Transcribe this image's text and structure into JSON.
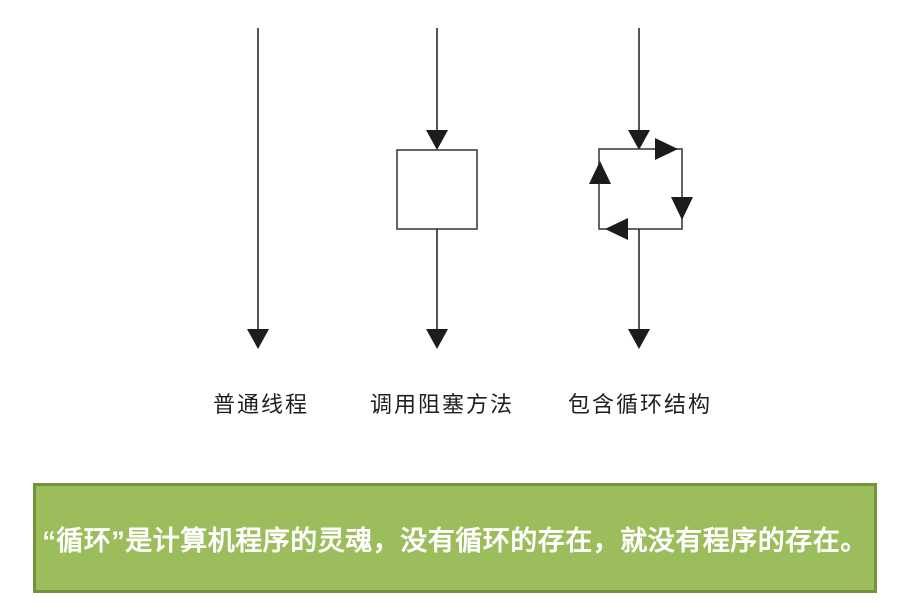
{
  "diagram": {
    "columns": [
      {
        "label": "普通线程"
      },
      {
        "label": "调用阻塞方法"
      },
      {
        "label": "包含循环结构"
      }
    ]
  },
  "banner": {
    "text": "“循环”是计算机程序的灵魂，没有循环的存在，就没有程序的存在。"
  },
  "colors": {
    "background": "#ffffff",
    "line": "#2b2b2b",
    "box_stroke": "#3f3f3f",
    "arrowhead_fill": "#1c1c1c",
    "label_text": "#1f1f1f",
    "banner_fill": "#9cbd5b",
    "banner_border": "#75923c",
    "banner_text": "#ffffff"
  }
}
